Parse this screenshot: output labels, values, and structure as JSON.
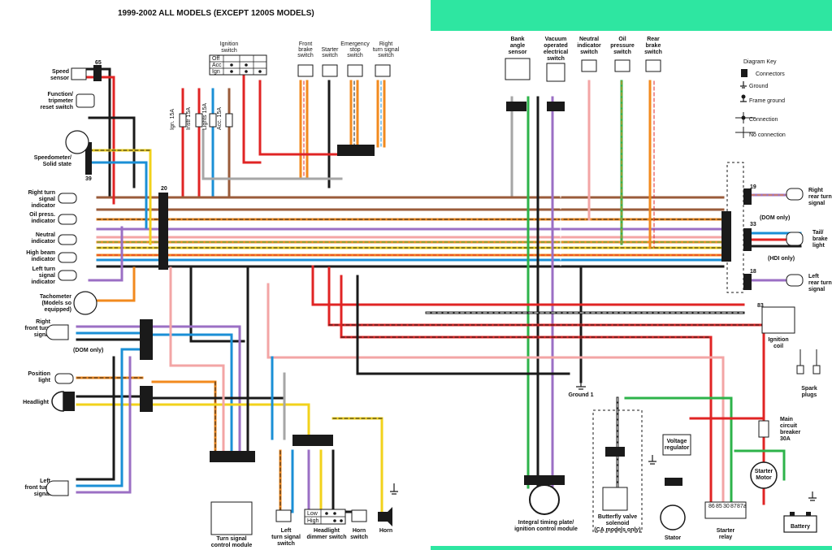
{
  "title": "1999-2002 ALL MODELS (EXCEPT 1200S MODELS)",
  "colors": {
    "accent_band": "#2ee6a1",
    "black": "#1a1a1a",
    "red": "#e02424",
    "blue": "#1a8fd6",
    "green": "#2db34a",
    "orange": "#f28a1e",
    "violet": "#9b6fc4",
    "brown": "#9a5b3a",
    "pink": "#f3a5a5",
    "gray": "#a6a6a6",
    "yellow": "#f2d21b",
    "white": "#ffffff"
  },
  "key": {
    "title": "Diagram Key",
    "connectors": "Connectors",
    "ground": "Ground",
    "frame_ground": "Frame ground",
    "connection": "Connection",
    "no_connection": "No connection"
  },
  "ignition_switch": {
    "title": [
      "Ignition",
      "switch"
    ],
    "rows": [
      "Off",
      "Acc",
      "Ign"
    ]
  },
  "fuses": [
    "Ign. 15A",
    "Instr 15A",
    "Lights 15A",
    "Acc. 15A"
  ],
  "connector_numbers": {
    "c65": "65",
    "c39": "39",
    "c20": "20",
    "c19": "19",
    "c33": "33",
    "c18": "18",
    "c83": "83"
  },
  "left_components": {
    "speed_sensor": [
      "Speed",
      "sensor"
    ],
    "function_switch": [
      "Function/",
      "tripmeter",
      "reset switch"
    ],
    "speedometer": [
      "Speedometer/",
      "Solid state"
    ],
    "right_turn_indicator": [
      "Right turn",
      "signal",
      "indicator"
    ],
    "oil_press_indicator": [
      "Oil press.",
      "indicator"
    ],
    "neutral_indicator": [
      "Neutral",
      "indicator"
    ],
    "high_beam_indicator": [
      "High beam",
      "indicator"
    ],
    "left_turn_indicator": [
      "Left turn",
      "signal",
      "indicator"
    ],
    "tachometer": [
      "Tachometer",
      "(Models so",
      "equipped)"
    ],
    "right_front_turn": [
      "Right",
      "front turn",
      "signal"
    ],
    "dom_only": "(DOM only)",
    "position_light": [
      "Position",
      "light"
    ],
    "headlight": "Headlight",
    "left_front_turn": [
      "Left",
      "front turn",
      "signal"
    ]
  },
  "top_switches": {
    "front_brake": [
      "Front",
      "brake",
      "switch"
    ],
    "starter": [
      "Starter",
      "switch"
    ],
    "emergency_stop": [
      "Emergency",
      "stop",
      "switch"
    ],
    "right_turn_switch": [
      "Right",
      "turn signal",
      "switch"
    ]
  },
  "bottom_components": {
    "turn_signal_module": [
      "Turn signal",
      "control module"
    ],
    "left_turn_switch": [
      "Left",
      "turn signal",
      "switch"
    ],
    "dimmer_switch": [
      "Headlight",
      "dimmer switch"
    ],
    "dimmer_rows": [
      "Low",
      "High"
    ],
    "horn_switch": [
      "Horn",
      "switch"
    ],
    "horn": "Horn"
  },
  "right_components": {
    "bank_angle": [
      "Bank",
      "angle",
      "sensor"
    ],
    "vacuum_switch": [
      "Vacuum",
      "operated",
      "electrical",
      "switch"
    ],
    "neutral_switch": [
      "Neutral",
      "indicator",
      "switch"
    ],
    "oil_pressure": [
      "Oil",
      "pressure",
      "switch"
    ],
    "rear_brake": [
      "Rear",
      "brake",
      "switch"
    ],
    "right_rear_turn": [
      "Right",
      "rear turn",
      "signal"
    ],
    "dom_only": "(DOM only)",
    "tail_brake": [
      "Tail/",
      "brake",
      "light"
    ],
    "hdi_only": "(HDI only)",
    "left_rear_turn": [
      "Left",
      "rear turn",
      "signal"
    ],
    "ignition_coil": [
      "Ignition",
      "coil"
    ],
    "spark_plugs": [
      "Spark",
      "plugs"
    ],
    "ground_1": "Ground 1",
    "main_breaker": [
      "Main",
      "circuit",
      "breaker",
      "30A"
    ],
    "voltage_regulator": [
      "Voltage",
      "regulator"
    ],
    "starter_motor": [
      "Starter",
      "Motor"
    ],
    "timing_plate": [
      "Integral timing plate/",
      "ignition control module"
    ],
    "butterfly": [
      "Butterfly valve",
      "solenoid",
      "(CA models only)"
    ],
    "stator": "Stator",
    "starter_relay": [
      "Starter",
      "relay"
    ],
    "relay_pins": [
      "86",
      "85",
      "30",
      "87",
      "87a"
    ],
    "battery": "Battery"
  }
}
